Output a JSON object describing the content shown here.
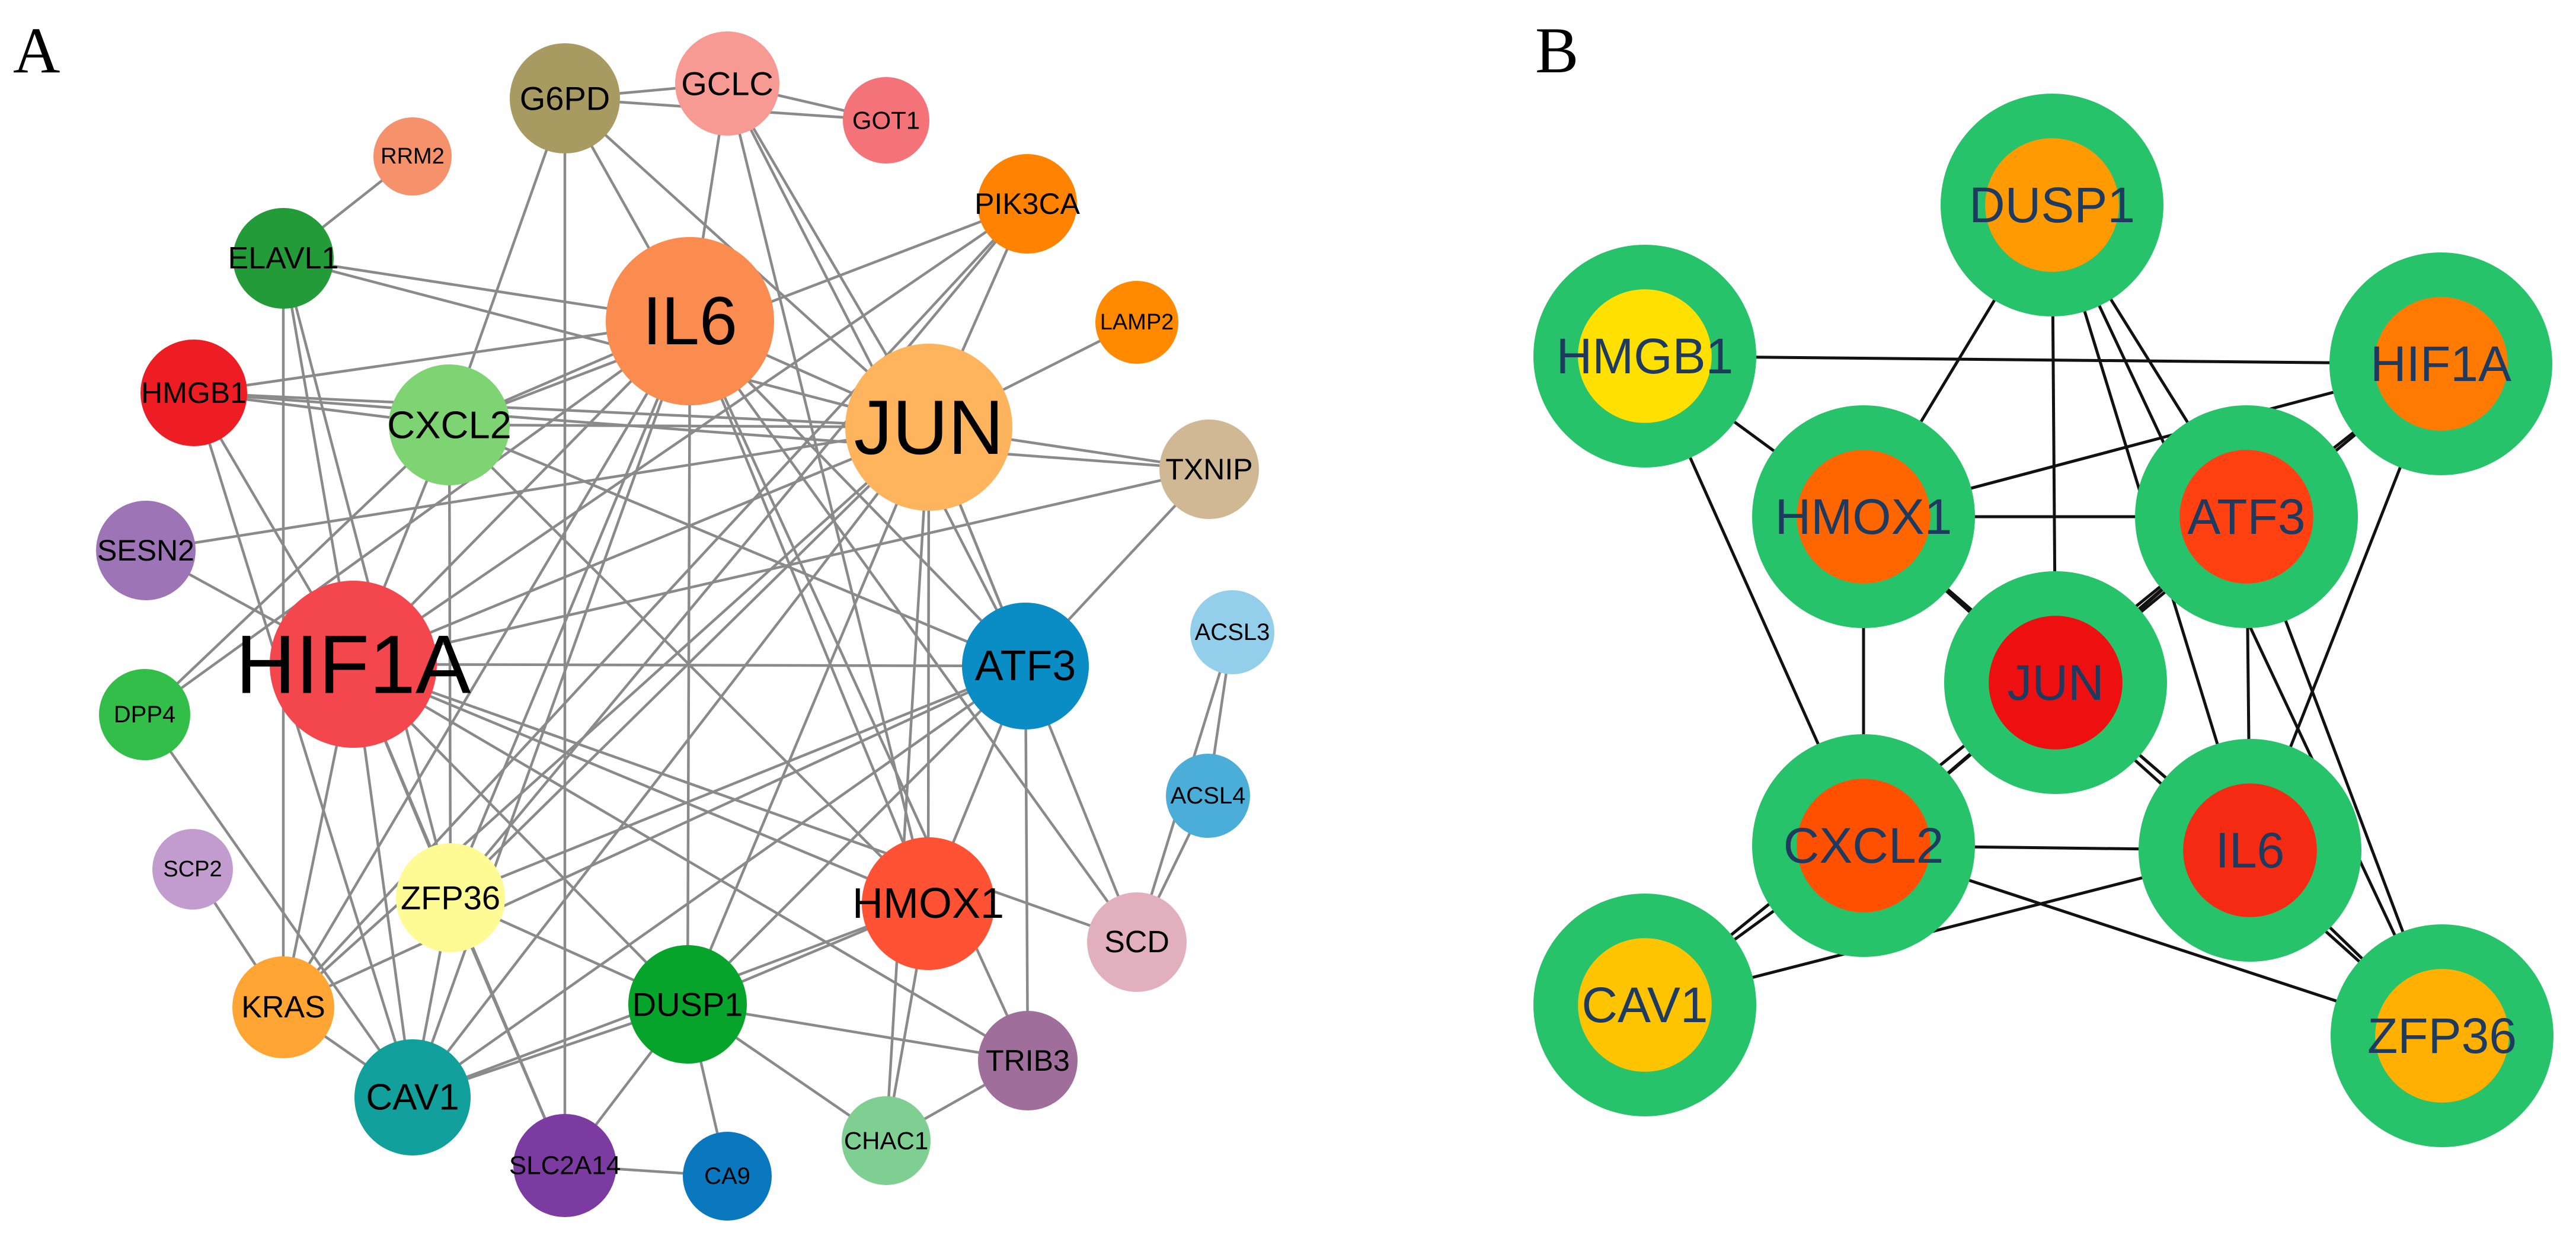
{
  "panel_a": {
    "letter": "A",
    "nodes": [
      {
        "id": "G6PD",
        "label": "G6PD",
        "color": "#A89B62"
      },
      {
        "id": "GCLC",
        "label": "GCLC",
        "color": "#F79A93"
      },
      {
        "id": "GOT1",
        "label": "GOT1",
        "color": "#F47378"
      },
      {
        "id": "RRM2",
        "label": "RRM2",
        "color": "#F5916B"
      },
      {
        "id": "PIK3CA",
        "label": "PIK3CA",
        "color": "#FF8200"
      },
      {
        "id": "ELAVL1",
        "label": "ELAVL1",
        "color": "#239B38"
      },
      {
        "id": "LAMP2",
        "label": "LAMP2",
        "color": "#FF8A00"
      },
      {
        "id": "IL6",
        "label": "IL6",
        "color": "#FA8C50"
      },
      {
        "id": "HMGB1",
        "label": "HMGB1",
        "color": "#EE1D23"
      },
      {
        "id": "CXCL2",
        "label": "CXCL2",
        "color": "#7ED373"
      },
      {
        "id": "JUN",
        "label": "JUN",
        "color": "#FDB45C"
      },
      {
        "id": "TXNIP",
        "label": "TXNIP",
        "color": "#D1B894"
      },
      {
        "id": "SESN2",
        "label": "SESN2",
        "color": "#9D74B6"
      },
      {
        "id": "ACSL3",
        "label": "ACSL3",
        "color": "#93CFEB"
      },
      {
        "id": "HIF1A",
        "label": "HIF1A",
        "color": "#F3474D"
      },
      {
        "id": "ATF3",
        "label": "ATF3",
        "color": "#0A8CC4"
      },
      {
        "id": "DPP4",
        "label": "DPP4",
        "color": "#33BE4A"
      },
      {
        "id": "ACSL4",
        "label": "ACSL4",
        "color": "#4AAED8"
      },
      {
        "id": "SCP2",
        "label": "SCP2",
        "color": "#C39CCF"
      },
      {
        "id": "ZFP36",
        "label": "ZFP36",
        "color": "#FFFB94"
      },
      {
        "id": "HMOX1",
        "label": "HMOX1",
        "color": "#FF5234"
      },
      {
        "id": "SCD",
        "label": "SCD",
        "color": "#E2AFBC"
      },
      {
        "id": "KRAS",
        "label": "KRAS",
        "color": "#FFA534"
      },
      {
        "id": "DUSP1",
        "label": "DUSP1",
        "color": "#06A42B"
      },
      {
        "id": "TRIB3",
        "label": "TRIB3",
        "color": "#A06E9B"
      },
      {
        "id": "CAV1",
        "label": "CAV1",
        "color": "#12A09C"
      },
      {
        "id": "CHAC1",
        "label": "CHAC1",
        "color": "#7FCF93"
      },
      {
        "id": "SLC2A14",
        "label": "SLC2A14",
        "color": "#7B3BA1"
      },
      {
        "id": "CA9",
        "label": "CA9",
        "color": "#0A78BE"
      }
    ],
    "edges": [
      [
        "G6PD",
        "GCLC"
      ],
      [
        "G6PD",
        "GOT1"
      ],
      [
        "GCLC",
        "GOT1"
      ],
      [
        "RRM2",
        "ELAVL1"
      ],
      [
        "G6PD",
        "IL6"
      ],
      [
        "G6PD",
        "CXCL2"
      ],
      [
        "G6PD",
        "SLC2A14"
      ],
      [
        "G6PD",
        "JUN"
      ],
      [
        "GCLC",
        "IL6"
      ],
      [
        "GCLC",
        "HMOX1"
      ],
      [
        "GCLC",
        "JUN"
      ],
      [
        "GCLC",
        "ATF3"
      ],
      [
        "PIK3CA",
        "CXCL2"
      ],
      [
        "PIK3CA",
        "HIF1A"
      ],
      [
        "PIK3CA",
        "JUN"
      ],
      [
        "PIK3CA",
        "ZFP36"
      ],
      [
        "PIK3CA",
        "KRAS"
      ],
      [
        "LAMP2",
        "JUN"
      ],
      [
        "ELAVL1",
        "IL6"
      ],
      [
        "ELAVL1",
        "HIF1A"
      ],
      [
        "ELAVL1",
        "ZFP36"
      ],
      [
        "ELAVL1",
        "KRAS"
      ],
      [
        "ELAVL1",
        "JUN"
      ],
      [
        "HMGB1",
        "IL6"
      ],
      [
        "HMGB1",
        "JUN"
      ],
      [
        "HMGB1",
        "CXCL2"
      ],
      [
        "HMGB1",
        "HIF1A"
      ],
      [
        "HMGB1",
        "TXNIP"
      ],
      [
        "HMGB1",
        "CAV1"
      ],
      [
        "IL6",
        "HIF1A"
      ],
      [
        "IL6",
        "CXCL2"
      ],
      [
        "IL6",
        "JUN"
      ],
      [
        "IL6",
        "HMOX1"
      ],
      [
        "IL6",
        "ATF3"
      ],
      [
        "IL6",
        "DUSP1"
      ],
      [
        "IL6",
        "ZFP36"
      ],
      [
        "IL6",
        "KRAS"
      ],
      [
        "IL6",
        "CAV1"
      ],
      [
        "IL6",
        "SCD"
      ],
      [
        "IL6",
        "DPP4"
      ],
      [
        "IL6",
        "TRIB3"
      ],
      [
        "CXCL2",
        "JUN"
      ],
      [
        "CXCL2",
        "HIF1A"
      ],
      [
        "CXCL2",
        "ATF3"
      ],
      [
        "CXCL2",
        "ZFP36"
      ],
      [
        "CXCL2",
        "HMOX1"
      ],
      [
        "CXCL2",
        "DPP4"
      ],
      [
        "JUN",
        "HIF1A"
      ],
      [
        "JUN",
        "ATF3"
      ],
      [
        "JUN",
        "HMOX1"
      ],
      [
        "JUN",
        "DUSP1"
      ],
      [
        "JUN",
        "ZFP36"
      ],
      [
        "JUN",
        "KRAS"
      ],
      [
        "JUN",
        "CAV1"
      ],
      [
        "JUN",
        "SCD"
      ],
      [
        "JUN",
        "TXNIP"
      ],
      [
        "JUN",
        "SESN2"
      ],
      [
        "JUN",
        "CHAC1"
      ],
      [
        "TXNIP",
        "HIF1A"
      ],
      [
        "TXNIP",
        "ATF3"
      ],
      [
        "SESN2",
        "HIF1A"
      ],
      [
        "HIF1A",
        "ATF3"
      ],
      [
        "HIF1A",
        "HMOX1"
      ],
      [
        "HIF1A",
        "DUSP1"
      ],
      [
        "HIF1A",
        "ZFP36"
      ],
      [
        "HIF1A",
        "KRAS"
      ],
      [
        "HIF1A",
        "CAV1"
      ],
      [
        "HIF1A",
        "SLC2A14"
      ],
      [
        "HIF1A",
        "TRIB3"
      ],
      [
        "HIF1A",
        "SCD"
      ],
      [
        "ATF3",
        "HMOX1"
      ],
      [
        "ATF3",
        "DUSP1"
      ],
      [
        "ATF3",
        "TRIB3"
      ],
      [
        "ATF3",
        "ZFP36"
      ],
      [
        "ATF3",
        "KRAS"
      ],
      [
        "ATF3",
        "CAV1"
      ],
      [
        "DPP4",
        "CAV1"
      ],
      [
        "ACSL3",
        "ACSL4"
      ],
      [
        "ACSL3",
        "SCD"
      ],
      [
        "ACSL4",
        "SCD"
      ],
      [
        "SCP2",
        "KRAS"
      ],
      [
        "ZFP36",
        "DUSP1"
      ],
      [
        "ZFP36",
        "CAV1"
      ],
      [
        "ZFP36",
        "SLC2A14"
      ],
      [
        "HMOX1",
        "DUSP1"
      ],
      [
        "HMOX1",
        "CAV1"
      ],
      [
        "HMOX1",
        "CHAC1"
      ],
      [
        "KRAS",
        "CAV1"
      ],
      [
        "DUSP1",
        "CAV1"
      ],
      [
        "DUSP1",
        "TRIB3"
      ],
      [
        "DUSP1",
        "CA9"
      ],
      [
        "DUSP1",
        "SLC2A14"
      ],
      [
        "DUSP1",
        "CHAC1"
      ],
      [
        "TRIB3",
        "CHAC1"
      ],
      [
        "SLC2A14",
        "CA9"
      ]
    ]
  },
  "panel_b": {
    "letter": "B",
    "outer_color": "#27C36A",
    "nodes": [
      {
        "id": "DUSP1",
        "label": "DUSP1",
        "color": "#FF9A00"
      },
      {
        "id": "HMGB1",
        "label": "HMGB1",
        "color": "#FFE000"
      },
      {
        "id": "HIF1A",
        "label": "HIF1A",
        "color": "#FF7A00"
      },
      {
        "id": "HMOX1",
        "label": "HMOX1",
        "color": "#FF6600"
      },
      {
        "id": "ATF3",
        "label": "ATF3",
        "color": "#FF4010"
      },
      {
        "id": "JUN",
        "label": "JUN",
        "color": "#EE1010"
      },
      {
        "id": "CXCL2",
        "label": "CXCL2",
        "color": "#FF5000"
      },
      {
        "id": "IL6",
        "label": "IL6",
        "color": "#F52A12"
      },
      {
        "id": "CAV1",
        "label": "CAV1",
        "color": "#FFC400"
      },
      {
        "id": "ZFP36",
        "label": "ZFP36",
        "color": "#FFB000"
      }
    ],
    "edges": [
      [
        "HMGB1",
        "HIF1A"
      ],
      [
        "HMGB1",
        "HMOX1"
      ],
      [
        "HMGB1",
        "CXCL2"
      ],
      [
        "DUSP1",
        "HMOX1"
      ],
      [
        "DUSP1",
        "ATF3"
      ],
      [
        "DUSP1",
        "JUN"
      ],
      [
        "DUSP1",
        "IL6"
      ],
      [
        "DUSP1",
        "ZFP36"
      ],
      [
        "HIF1A",
        "HMOX1"
      ],
      [
        "HIF1A",
        "ATF3"
      ],
      [
        "HIF1A",
        "JUN"
      ],
      [
        "HIF1A",
        "IL6"
      ],
      [
        "HMOX1",
        "ATF3"
      ],
      [
        "HMOX1",
        "JUN"
      ],
      [
        "HMOX1",
        "CXCL2"
      ],
      [
        "HMOX1",
        "IL6"
      ],
      [
        "HMOX1",
        "ZFP36"
      ],
      [
        "ATF3",
        "JUN"
      ],
      [
        "ATF3",
        "CXCL2"
      ],
      [
        "ATF3",
        "IL6"
      ],
      [
        "ATF3",
        "ZFP36"
      ],
      [
        "ATF3",
        "CAV1"
      ],
      [
        "JUN",
        "CXCL2"
      ],
      [
        "JUN",
        "IL6"
      ],
      [
        "CXCL2",
        "IL6"
      ],
      [
        "CXCL2",
        "CAV1"
      ],
      [
        "CXCL2",
        "ZFP36"
      ],
      [
        "IL6",
        "CAV1"
      ],
      [
        "IL6",
        "ZFP36"
      ]
    ]
  }
}
